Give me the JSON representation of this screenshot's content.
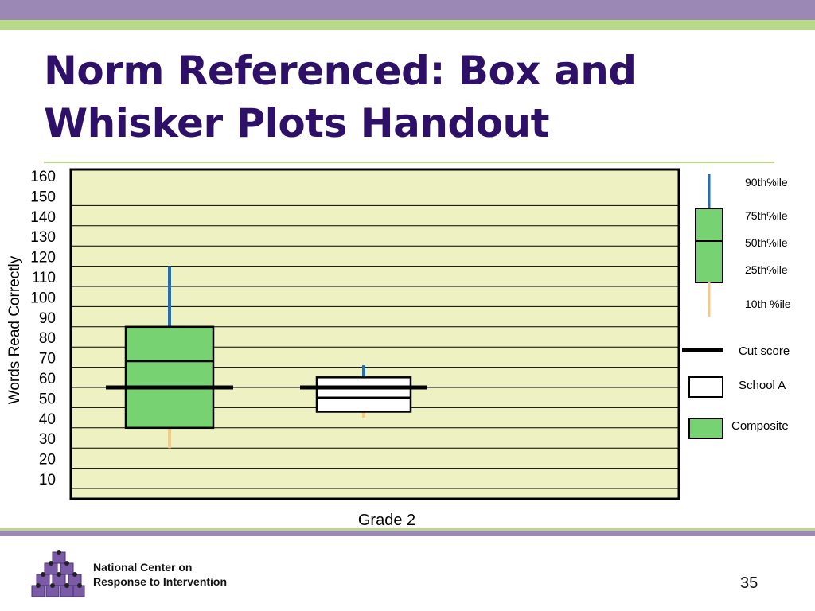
{
  "slide": {
    "title_line1": "Norm Referenced: Box and",
    "title_line2": "Whisker Plots Handout",
    "org_line1": "National Center on",
    "org_line2": "Response to Intervention",
    "page_number": "35"
  },
  "colors": {
    "title": "#2e1068",
    "band_purple": "#9b88b4",
    "band_green": "#b9d98a",
    "plot_background": "#eef2c2",
    "composite_fill": "#77d372",
    "school_fill": "#ffffff",
    "whisker_upper": "#1f6fbf",
    "whisker_lower": "#f5c98a",
    "cut_score": "#000000"
  },
  "chart_data": {
    "type": "boxplot",
    "xlabel": "Grade 2",
    "ylabel": "Words Read Correctly",
    "ylim": [
      0,
      160
    ],
    "yticks": [
      10,
      20,
      30,
      40,
      50,
      60,
      70,
      80,
      90,
      100,
      110,
      120,
      130,
      140,
      150,
      160
    ],
    "grid": true,
    "series": [
      {
        "name": "Composite",
        "p10": 30,
        "p25": 40,
        "p50": 73,
        "p75": 90,
        "p90": 120,
        "cut_score": 60
      },
      {
        "name": "School A",
        "p10": 45,
        "p25": 48,
        "p50": 55,
        "p75": 65,
        "p90": 71,
        "cut_score": 60
      }
    ],
    "legend": {
      "position": "right",
      "percentiles": [
        "90th%ile",
        "75th%ile",
        "50th%ile",
        "25th%ile",
        "10th %ile"
      ],
      "items": [
        "Cut score",
        "School A",
        "Composite"
      ]
    }
  }
}
